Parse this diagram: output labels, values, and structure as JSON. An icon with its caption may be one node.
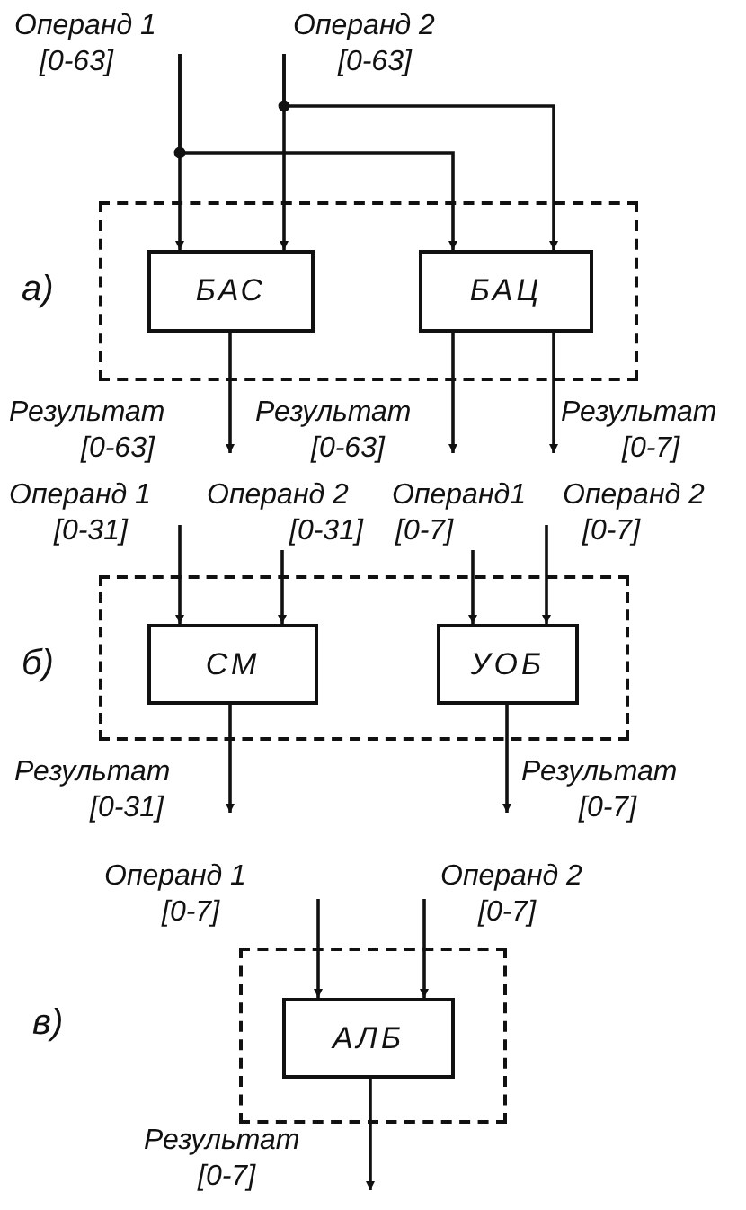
{
  "diagram": {
    "nodes": [
      {
        "text": [
          "Операнд 1",
          "[0-63]"
        ]
      },
      {
        "text": [
          "Операнд 2",
          "[0-63]"
        ]
      },
      {
        "text": [],
        "shape": "box"
      },
      {
        "text": [
          "БАС"
        ],
        "in": 2
      },
      {
        "text": [
          "БАЦ"
        ],
        "in": 2
      },
      {
        "text": [
          "Результат",
          "[0-63]"
        ]
      },
      {
        "text": [
          "Результат",
          "[0-63]"
        ]
      },
      {
        "text": [
          "Результат",
          "[0-7]"
        ]
      },
      {
        "text": [
          "Операнд 1",
          "[0-31]"
        ]
      },
      {
        "text": [
          "Операнд 2",
          "[0-31]"
        ]
      },
      {
        "text": [
          "Операнд1",
          "[0-7]"
        ]
      },
      {
        "text": [
          "Операнд 2",
          "[0-7]"
        ]
      },
      {
        "text": [],
        "shape": "box"
      },
      {
        "text": [
          "СМ"
        ],
        "in": 12
      },
      {
        "text": [
          "УОБ"
        ],
        "in": 12
      },
      {
        "text": [
          "Результат",
          "[0-31]"
        ]
      },
      {
        "text": [
          "Результат",
          "[0-7]"
        ]
      },
      {
        "text": [
          "Операнд 1",
          "[0-7]"
        ]
      },
      {
        "text": [
          "Операнд 2",
          "[0-7]"
        ]
      },
      {
        "text": [],
        "shape": "box"
      },
      {
        "text": [
          "АЛБ"
        ],
        "in": 19
      },
      {
        "text": [
          "Результат",
          "[0-7]"
        ]
      }
    ],
    "edges": [
      {
        "from": 0,
        "to": 3,
        "arrow": "to"
      },
      {
        "from": 0,
        "to": 4,
        "arrow": "to"
      },
      {
        "from": 1,
        "to": 3,
        "arrow": "to"
      },
      {
        "from": 1,
        "to": 4,
        "arrow": "to"
      },
      {
        "from": 3,
        "to": 5,
        "arrow": "to"
      },
      {
        "from": 4,
        "to": 6,
        "arrow": "to"
      },
      {
        "from": 4,
        "to": 7,
        "arrow": "to"
      },
      {
        "from": 8,
        "to": 13,
        "arrow": "to"
      },
      {
        "from": 9,
        "to": 13,
        "arrow": "to"
      },
      {
        "from": 10,
        "to": 14,
        "arrow": "to"
      },
      {
        "from": 11,
        "to": 14,
        "arrow": "to"
      },
      {
        "from": 13,
        "to": 15,
        "arrow": "to"
      },
      {
        "from": 14,
        "to": 16,
        "arrow": "to"
      },
      {
        "from": 17,
        "to": 20,
        "arrow": "to"
      },
      {
        "from": 18,
        "to": 20,
        "arrow": "to"
      },
      {
        "from": 20,
        "to": 21,
        "arrow": "to"
      }
    ],
    "labels": [
      "а)",
      "б)",
      "в)"
    ]
  }
}
